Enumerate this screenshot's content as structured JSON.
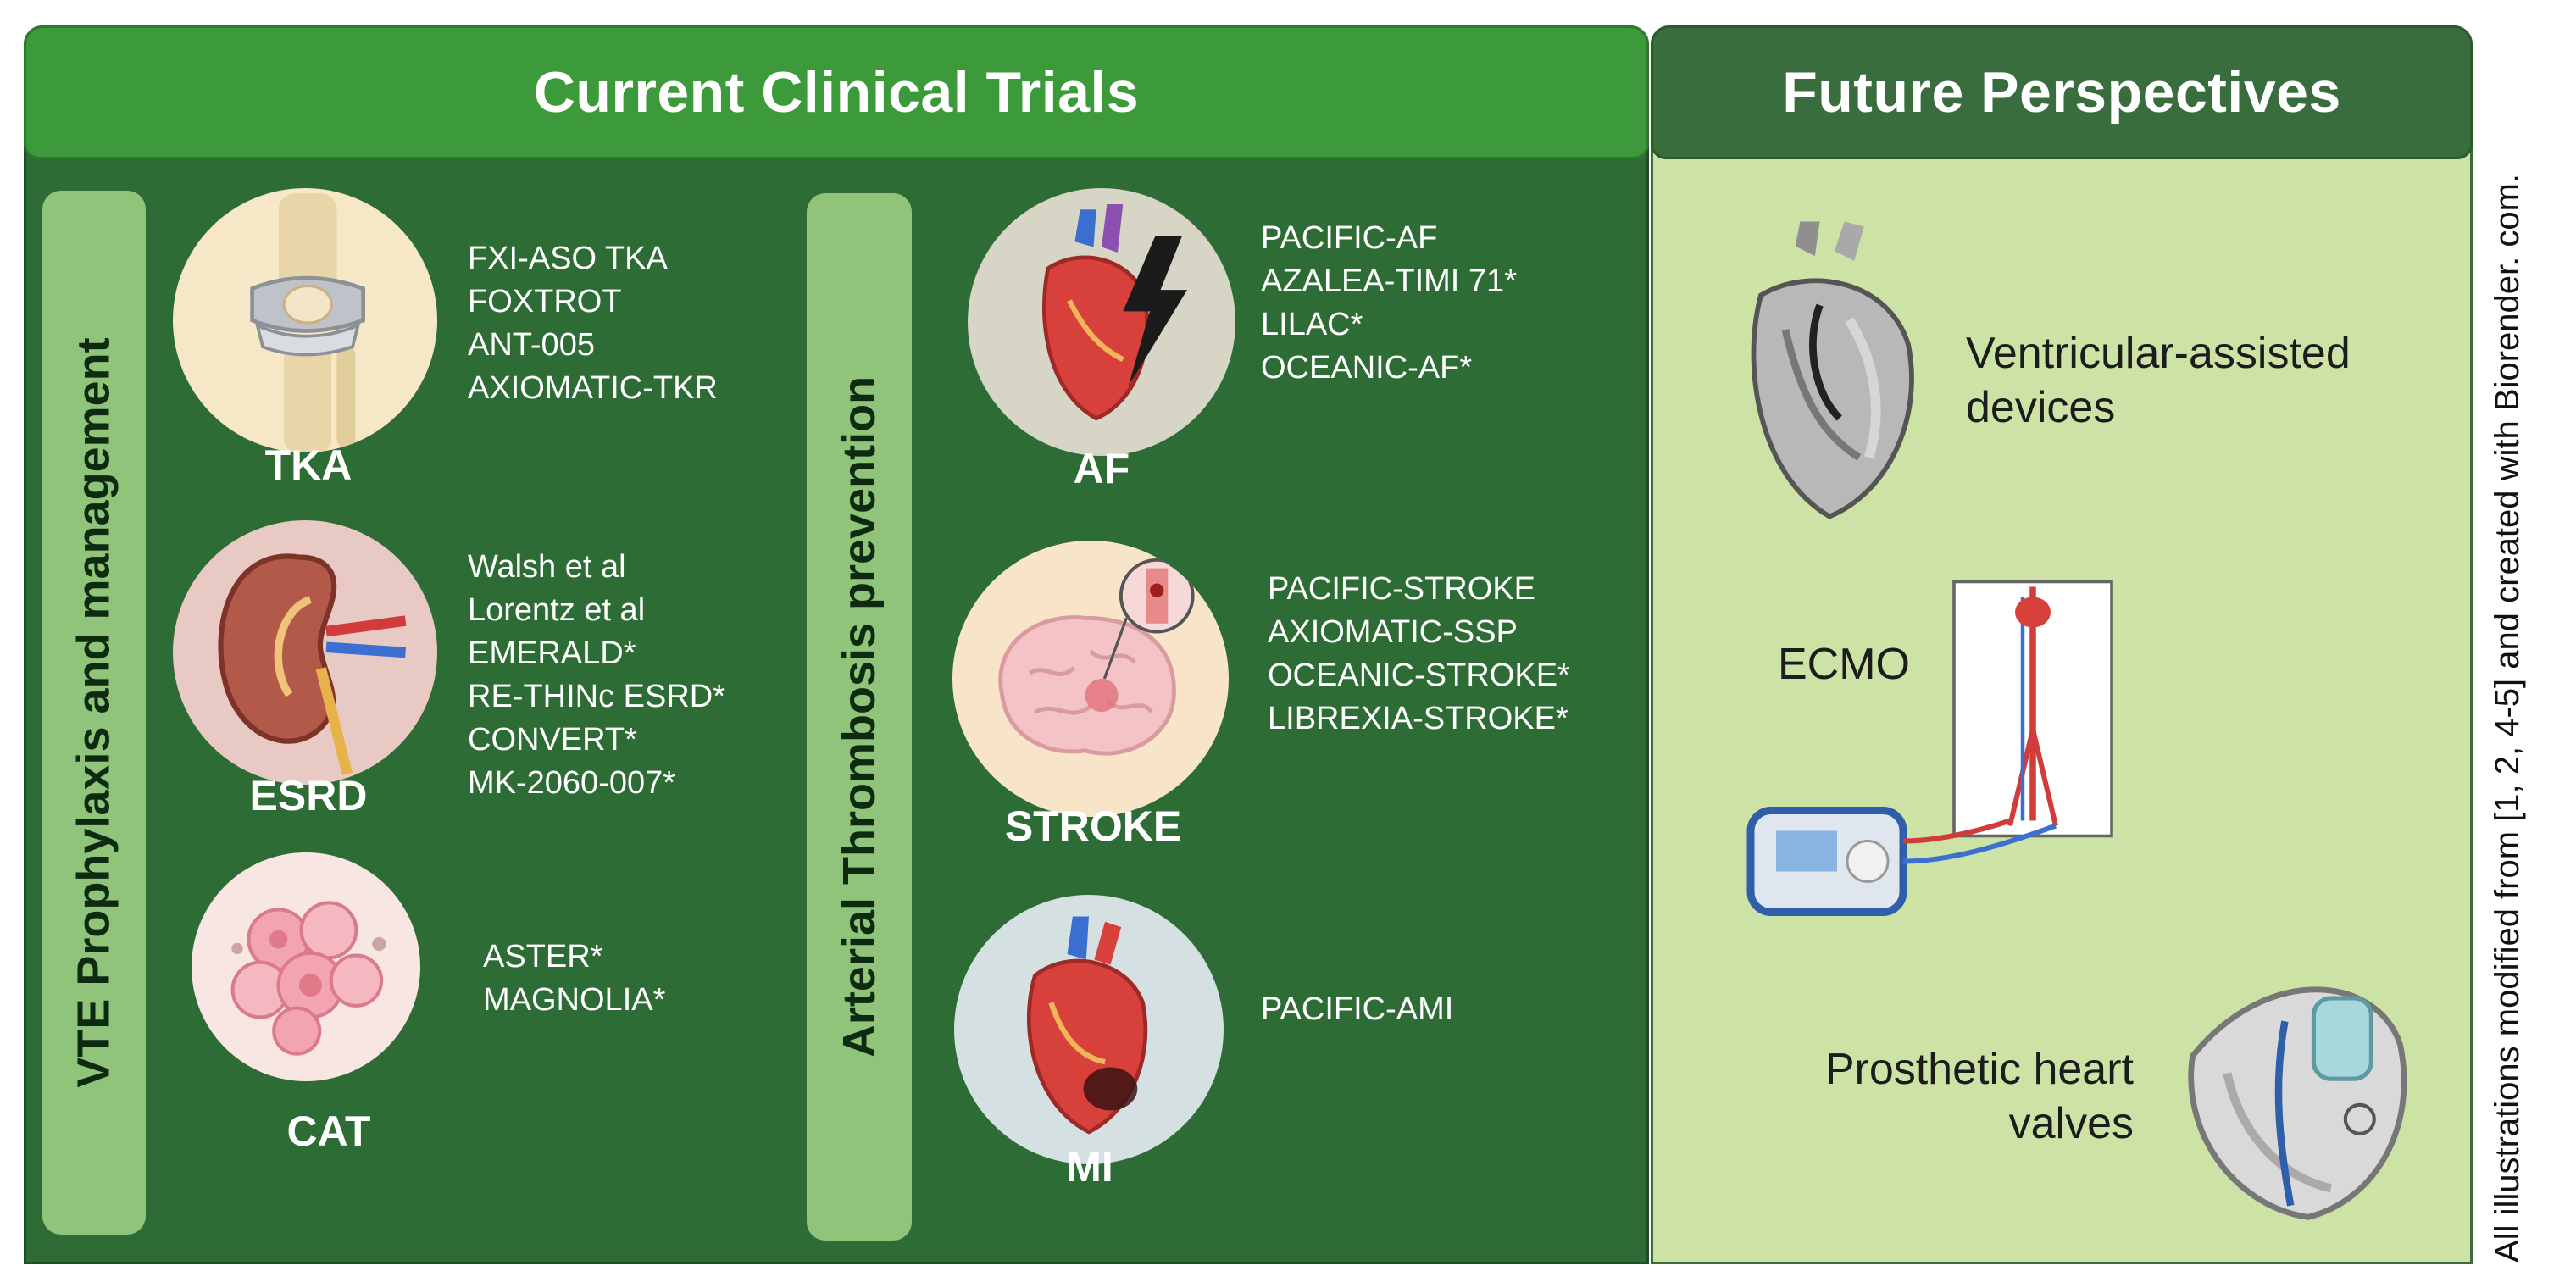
{
  "headers": {
    "left": "Current Clinical Trials",
    "right": "Future Perspectives"
  },
  "side_labels": {
    "vte": "VTE Prophylaxis and management",
    "arterial": "Arterial Thrombosis prevention"
  },
  "conditions": [
    {
      "label": "TKA",
      "trials": [
        "FXI-ASO TKA",
        "FOXTROT",
        "ANT-005",
        "AXIOMATIC-TKR"
      ]
    },
    {
      "label": "ESRD",
      "trials": [
        "Walsh et al",
        "Lorentz et al",
        "EMERALD*",
        "RE-THINc ESRD*",
        "CONVERT*",
        "MK-2060-007*"
      ]
    },
    {
      "label": "CAT",
      "trials": [
        "ASTER*",
        "MAGNOLIA*"
      ]
    },
    {
      "label": "AF",
      "trials": [
        "PACIFIC-AF",
        "AZALEA-TIMI 71*",
        "LILAC*",
        "OCEANIC-AF*"
      ]
    },
    {
      "label": "STROKE",
      "trials": [
        "PACIFIC-STROKE",
        "AXIOMATIC-SSP",
        "OCEANIC-STROKE*",
        "LIBREXIA-STROKE*"
      ]
    },
    {
      "label": "MI",
      "trials": [
        "PACIFIC-AMI"
      ]
    }
  ],
  "future": {
    "vad": [
      "Ventricular-assisted",
      "devices"
    ],
    "ecmo": "ECMO",
    "valves": [
      "Prosthetic heart",
      "valves"
    ]
  },
  "credit": "All illustrations modified from [1, 2, 4-5] and created with Biorender. com.",
  "colors": {
    "left_panel": "#2e6c35",
    "left_header": "#3c9a3a",
    "right_panel": "#cde3a6",
    "right_header": "#3a6d3d",
    "side_bar": "#8fc47a"
  },
  "icons": [
    "knee-icon",
    "kidney-icon",
    "cancer-cells-icon",
    "heart-lightning-icon",
    "brain-icon",
    "heart-infarct-icon",
    "vad-heart-icon",
    "ecmo-machine-icon",
    "valve-heart-icon"
  ]
}
